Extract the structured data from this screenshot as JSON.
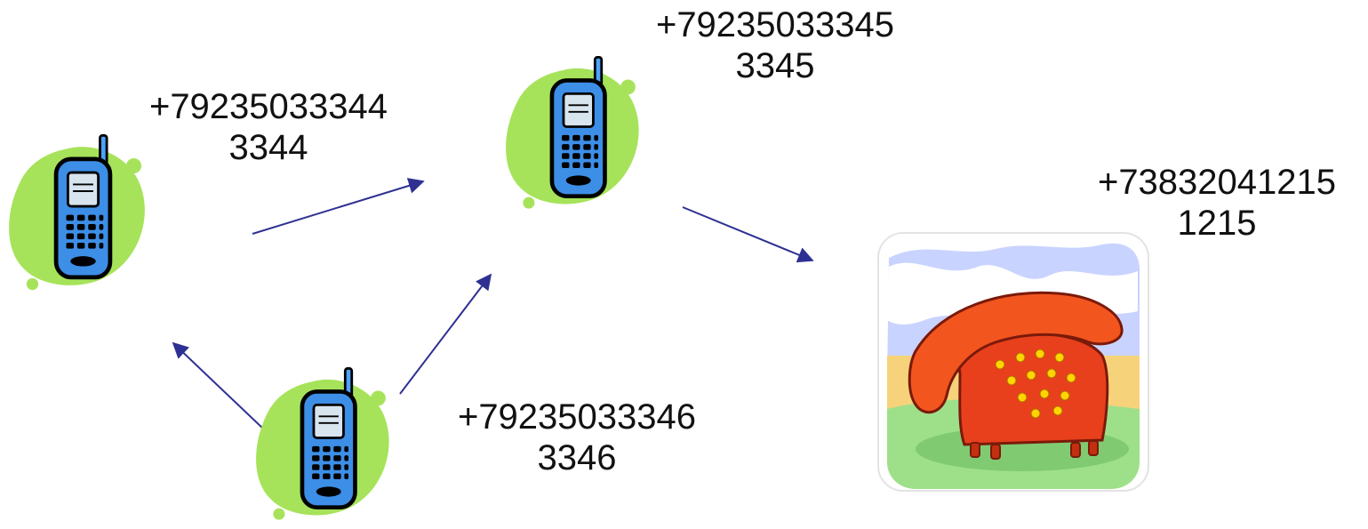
{
  "nodes": [
    {
      "id": "phone-3344",
      "icon": "mobile-phone-icon",
      "number": "+79235033344",
      "short": "3344"
    },
    {
      "id": "phone-3345",
      "icon": "mobile-phone-icon",
      "number": "+79235033345",
      "short": "3345"
    },
    {
      "id": "phone-3346",
      "icon": "mobile-phone-icon",
      "number": "+79235033346",
      "short": "3346"
    },
    {
      "id": "landline-1215",
      "icon": "landline-telephone-icon",
      "number": "+73832041215",
      "short": "1215"
    }
  ],
  "edges": [
    {
      "from": "phone-3344",
      "to": "phone-3345"
    },
    {
      "from": "phone-3345",
      "to": "landline-1215"
    },
    {
      "from": "phone-3346",
      "to": "phone-3345"
    },
    {
      "from": "phone-3346",
      "to": "phone-3344"
    }
  ],
  "colors": {
    "arrow": "#2e3192",
    "blob": "#a6e35a",
    "phone_body": "#3d8ee6",
    "landline": "#e8401c"
  }
}
